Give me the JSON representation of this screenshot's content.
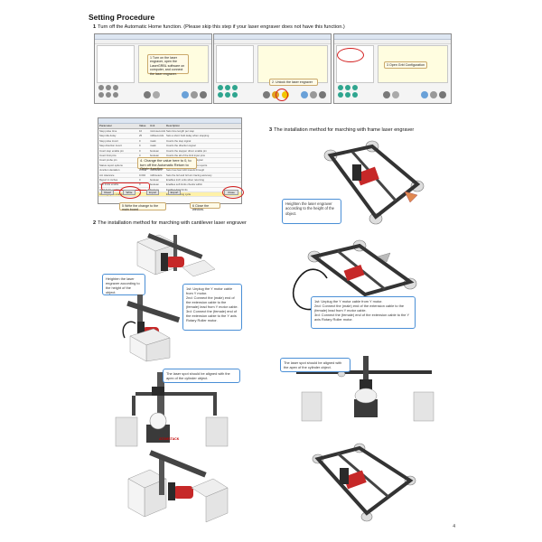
{
  "title": "Setting Procedure",
  "steps": [
    {
      "num": "1",
      "text": "Turn off the Automatic Home function. (Please skip this step if your laser engraver does not have this function.)"
    },
    {
      "num": "2",
      "text": "The installation method for marching with cantilever laser engraver"
    },
    {
      "num": "3",
      "text": "The installation method for marching with frame laser engraver"
    }
  ],
  "screens": {
    "note1": "1 Turn on the laser engraver, open the LaserGRBL software on computer, and connect the laser engraver.",
    "note2": "2. Unlock the laser engraver",
    "note3": "3 Open Grbl Configuration",
    "note4": "4. Change the value here to 0, to turn off the Automatic Return to Origin function.",
    "note5": "5 Write the change to the main board",
    "note6": "6 Close the window.",
    "table_header": [
      "Parameter",
      "Value",
      "Unit",
      "Description"
    ],
    "table_rows": [
      [
        "Step pulse time",
        "10",
        "microseconds",
        "Sets time length per step"
      ],
      [
        "Step idle delay",
        "25",
        "milliseconds",
        "Sets a short hold delay when stopping"
      ],
      [
        "Step pulse invert",
        "0",
        "mask",
        "Inverts the step signal"
      ],
      [
        "Step direction invert",
        "0",
        "mask",
        "Inverts the direction signal"
      ],
      [
        "Invert step enable pin",
        "0",
        "boolean",
        "Inverts the stepper driver enable pin"
      ],
      [
        "Invert limit pins",
        "0",
        "boolean",
        "Inverts the all of the limit input pins"
      ],
      [
        "Invert probe pin",
        "0",
        "boolean",
        "Inverts the probe input pin signal"
      ],
      [
        "Status report options",
        "1",
        "mask",
        "Alters data included in status reports"
      ],
      [
        "Junction deviation",
        "0.010",
        "millimeters",
        "Sets how fast Grbl travels through"
      ],
      [
        "Arc tolerance",
        "0.002",
        "millimeters",
        "Sets the G2 and G3 arc tracing accuracy"
      ],
      [
        "Report in inches",
        "0",
        "boolean",
        "Enables inch units when returning"
      ],
      [
        "Soft limits enable",
        "0",
        "boolean",
        "Enables soft limits checks within"
      ],
      [
        "Hard limits enable",
        "0",
        "boolean",
        "Enables hard limits"
      ],
      [
        "Homing cycle enable",
        "0",
        "boolean",
        "Enables homing cycle"
      ]
    ],
    "buttons": [
      "Read",
      "Write",
      "Import",
      "Export",
      "Close"
    ]
  },
  "callouts": {
    "frame_heighten": "Heighten the laser engraver according to the height of the object.",
    "frame_wiring": "1st: Unplug the Y motor cable from Y motor.\n2nd: Connect the (male) end of the extension cable to the (female) lead from Y motor cable.\n3rd: Connect the (female) end of the extension cable to the Y axis Rotary Roller motor.",
    "frame_align": "The laser spot should be aligned with the apex of the cylinder object.",
    "cant_heighten": "Heighten the laser engraver according to the height of the object.",
    "cant_wiring": "1st: Unplug the Y motor cable from Y motor.\n2nd: Connect the (male) end of the extension cable to the (female) lead from Y motor cable.\n3rd: Connect the (female) end of the extension cable to the Y axis Rotary Roller motor.",
    "cant_align": "The laser spot should be aligned with the apex of the cylinder object."
  },
  "brand_mark": "ATOMSTACK",
  "page_number": "4"
}
